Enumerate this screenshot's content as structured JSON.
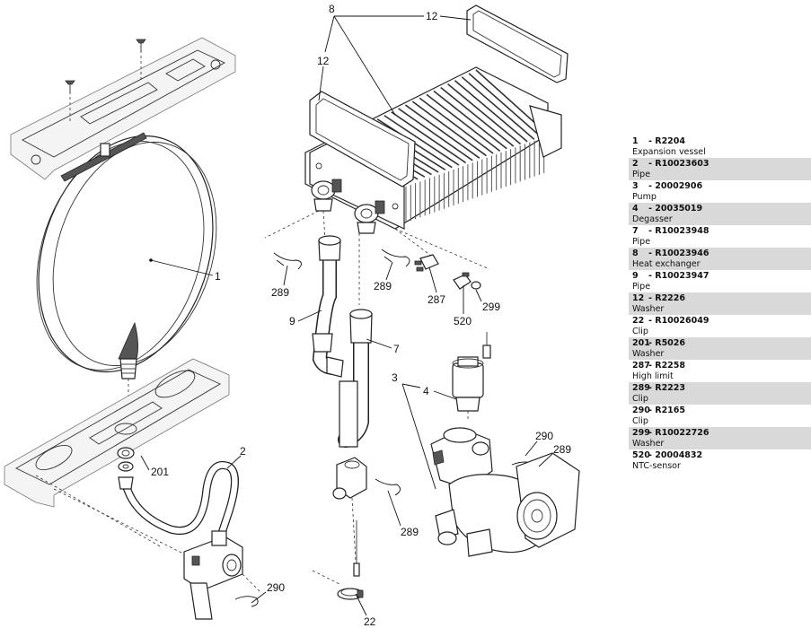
{
  "callouts": {
    "c1": "1",
    "c2": "2",
    "c3": "3",
    "c4": "4",
    "c7": "7",
    "c8": "8",
    "c9": "9",
    "c12a": "12",
    "c12b": "12",
    "c22": "22",
    "c201": "201",
    "c287": "287",
    "c289a": "289",
    "c289b": "289",
    "c289c": "289",
    "c289d": "289",
    "c290a": "290",
    "c290b": "290",
    "c299": "299",
    "c520": "520"
  },
  "parts_list": [
    {
      "number": "1",
      "code": "- R2204",
      "description": "Expansion vessel",
      "shaded": false
    },
    {
      "number": "2",
      "code": "- R10023603",
      "description": "Pipe",
      "shaded": true
    },
    {
      "number": "3",
      "code": "- 20002906",
      "description": "Pump",
      "shaded": false
    },
    {
      "number": "4",
      "code": "- 20035019",
      "description": "Degasser",
      "shaded": true
    },
    {
      "number": "7",
      "code": "- R10023948",
      "description": "Pipe",
      "shaded": false
    },
    {
      "number": "8",
      "code": "- R10023946",
      "description": "Heat exchanger",
      "shaded": true
    },
    {
      "number": "9",
      "code": "- R10023947",
      "description": "Pipe",
      "shaded": false
    },
    {
      "number": "12",
      "code": "- R2226",
      "description": "Washer",
      "shaded": true
    },
    {
      "number": "22",
      "code": "- R10026049",
      "description": "Clip",
      "shaded": false
    },
    {
      "number": "201",
      "code": "- R5026",
      "description": "Washer",
      "shaded": true
    },
    {
      "number": "287",
      "code": "- R2258",
      "description": "High limit",
      "shaded": false
    },
    {
      "number": "289",
      "code": "- R2223",
      "description": "Clip",
      "shaded": true
    },
    {
      "number": "290",
      "code": "- R2165",
      "description": "Clip",
      "shaded": false
    },
    {
      "number": "299",
      "code": "- R10022726",
      "description": "Washer",
      "shaded": true
    },
    {
      "number": "520",
      "code": "- 20004832",
      "description": "NTC-sensor",
      "shaded": false
    }
  ]
}
